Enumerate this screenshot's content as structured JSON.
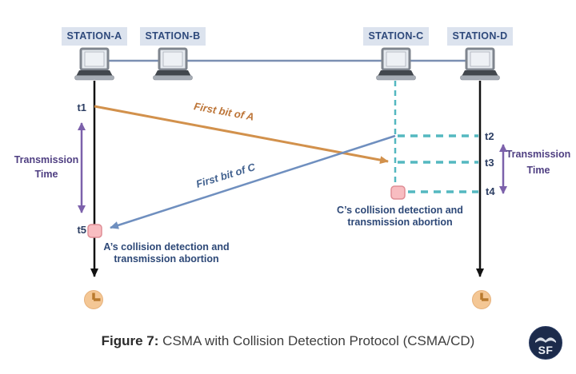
{
  "diagram": {
    "stations": {
      "a": {
        "label": "STATION-A"
      },
      "b": {
        "label": "STATION-B"
      },
      "c": {
        "label": "STATION-C"
      },
      "d": {
        "label": "STATION-D"
      }
    },
    "time_markers": {
      "t1": "t1",
      "t2": "t2",
      "t3": "t3",
      "t4": "t4",
      "t5": "t5"
    },
    "transmission_time_left": {
      "line1": "Transmission",
      "line2": "Time"
    },
    "transmission_time_right": {
      "line1": "Transmission",
      "line2": "Time"
    },
    "signals": {
      "first_bit_a": "First bit of A",
      "first_bit_c": "First bit of C"
    },
    "collision_a": {
      "line1": "A’s collision detection and",
      "line2": "transmission abortion"
    },
    "collision_c": {
      "line1": "C’s collision detection and",
      "line2": "transmission abortion"
    },
    "icons": [
      "laptop-icon",
      "clock-icon",
      "collision-marker-icon",
      "arrow-icon",
      "sf-logo"
    ]
  },
  "caption": {
    "label": "Figure 7:",
    "text": " CSMA with Collision Detection Protocol (CSMA/CD)"
  },
  "logo": {
    "text": "SF"
  },
  "colors": {
    "station_box_bg": "#dce3ee",
    "navy_text": "#2e497b",
    "bus_line": "#7b8fb2",
    "timeline_black": "#111111",
    "teal_dashed": "#54b8c0",
    "orange_signal": "#d2914c",
    "blue_signal": "#6f8fbf",
    "purple_arrow": "#7c61ab",
    "pink_marker": "#f8bdc1",
    "clock_fill": "#f4c795"
  }
}
